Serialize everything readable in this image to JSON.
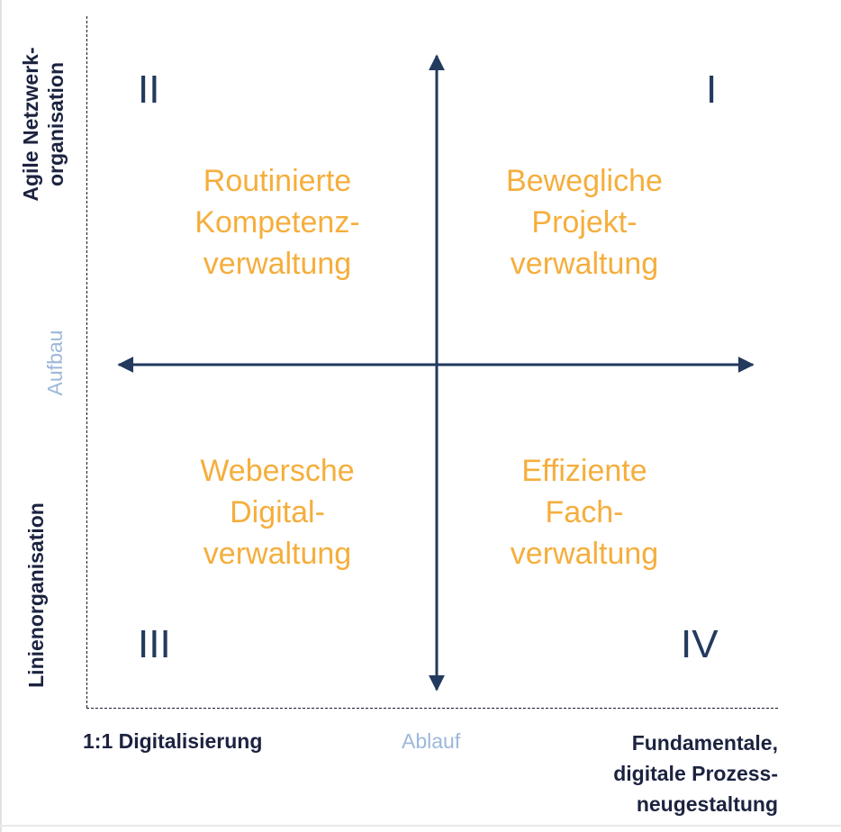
{
  "diagram": {
    "y_axis": {
      "top_label": "Agile Netzwerk-\norganisation",
      "bottom_label": "Linienorganisation",
      "center_label": "Aufbau"
    },
    "x_axis": {
      "left_label": "1:1 Digitalisierung",
      "center_label": "Ablauf",
      "right_label": "Fundamentale,\ndigitale Prozess-\nneugestaltung"
    },
    "quadrants": {
      "q1": {
        "numeral": "I",
        "title": "Bewegliche\nProjekt-\nverwaltung"
      },
      "q2": {
        "numeral": "II",
        "title": "Routinierte\nKompetenz-\nverwaltung"
      },
      "q3": {
        "numeral": "III",
        "title": "Webersche\nDigital-\nverwaltung"
      },
      "q4": {
        "numeral": "IV",
        "title": "Effiziente\nFach-\nverwaltung"
      }
    },
    "colors": {
      "axis": "#223a5e",
      "quadrant_text": "#f5ae3c",
      "center_label": "#9db8db",
      "side_label": "#1c2340"
    }
  }
}
